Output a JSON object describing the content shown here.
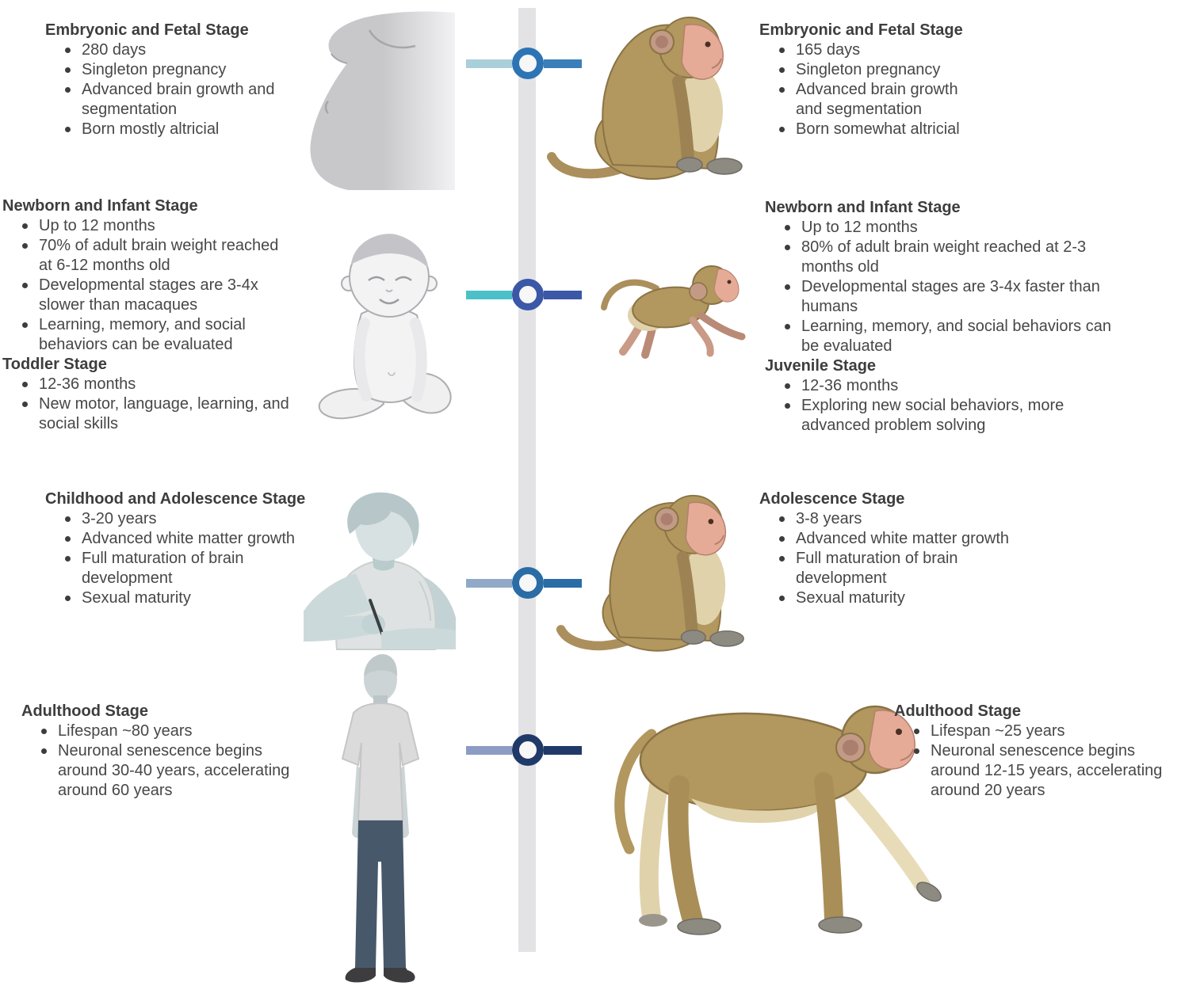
{
  "figure": {
    "left_column_subject": "Human",
    "right_column_subject": "Macaque"
  },
  "timeline": {
    "track_color": "#e3e3e6",
    "nodes": [
      {
        "stage": "embryonic-fetal",
        "left_bar_color": "#a9cfd9",
        "right_bar_color": "#3b7fba",
        "ring_color": "#2d74b5"
      },
      {
        "stage": "newborn-infant",
        "left_bar_color": "#4cc0c8",
        "right_bar_color": "#3a57a8",
        "ring_color": "#3a57a8"
      },
      {
        "stage": "adolescence",
        "left_bar_color": "#8fa9c7",
        "right_bar_color": "#2a6ca6",
        "ring_color": "#2a6ca6"
      },
      {
        "stage": "adulthood",
        "left_bar_color": "#8d9cc4",
        "right_bar_color": "#1f3a68",
        "ring_color": "#1f3a68"
      }
    ]
  },
  "human_column": {
    "stages": [
      {
        "title": "Embryonic and Fetal Stage",
        "bullets": [
          "280 days",
          "Singleton pregnancy",
          "Advanced brain growth and segmentation",
          "Born mostly altricial"
        ]
      },
      {
        "title": "Newborn and Infant Stage",
        "bullets": [
          "Up to 12 months",
          "70% of adult brain weight reached at 6-12 months old",
          "Developmental stages are 3-4x slower than macaques",
          "Learning, memory, and social behaviors can be evaluated"
        ]
      },
      {
        "title": "Toddler Stage",
        "bullets": [
          "12-36 months",
          "New motor, language, learning, and social skills"
        ]
      },
      {
        "title": "Childhood and Adolescence Stage",
        "bullets": [
          "3-20 years",
          "Advanced white matter growth",
          "Full maturation of brain development",
          "Sexual maturity"
        ]
      },
      {
        "title": "Adulthood Stage",
        "bullets": [
          "Lifespan ~80 years",
          "Neuronal senescence begins around 30-40 years, accelerating around 60 years"
        ]
      }
    ]
  },
  "macaque_column": {
    "stages": [
      {
        "title": "Embryonic and Fetal Stage",
        "bullets": [
          "165 days",
          "Singleton pregnancy",
          "Advanced brain growth and segmentation",
          "Born somewhat altricial"
        ]
      },
      {
        "title": "Newborn and Infant Stage",
        "bullets": [
          "Up to 12 months",
          "80% of adult brain weight reached at 2-3 months old",
          "Developmental stages are 3-4x faster than humans",
          "Learning, memory, and social behaviors can be evaluated"
        ]
      },
      {
        "title": "Juvenile Stage",
        "bullets": [
          "12-36 months",
          "Exploring new social behaviors, more advanced problem solving"
        ]
      },
      {
        "title": "Adolescence Stage",
        "bullets": [
          "3-8 years",
          "Advanced white matter growth",
          "Full maturation of brain development",
          "Sexual maturity"
        ]
      },
      {
        "title": "Adulthood Stage",
        "bullets": [
          "Lifespan ~25 years",
          "Neuronal senescence begins around 12-15 years, accelerating around 20 years"
        ]
      }
    ]
  },
  "illustrations": {
    "human": [
      "pregnant-belly",
      "infant-sitting",
      "adolescent-writing",
      "adult-standing"
    ],
    "macaque": [
      "macaque-adult-sitting",
      "macaque-infant-crawling",
      "macaque-adolescent-sitting",
      "macaque-adult-walking"
    ],
    "palette": {
      "macaque_fur": "#b2975e",
      "macaque_outline": "#8a7345",
      "macaque_belly": "#e0d2ab",
      "macaque_face": "#e6ab97",
      "macaque_hands": "#8d8a82",
      "human_gray": "#dcdcdc",
      "human_skin_gray": "#ccd4d5",
      "jeans": "#47586b",
      "shoes": "#3d3d3f"
    }
  }
}
